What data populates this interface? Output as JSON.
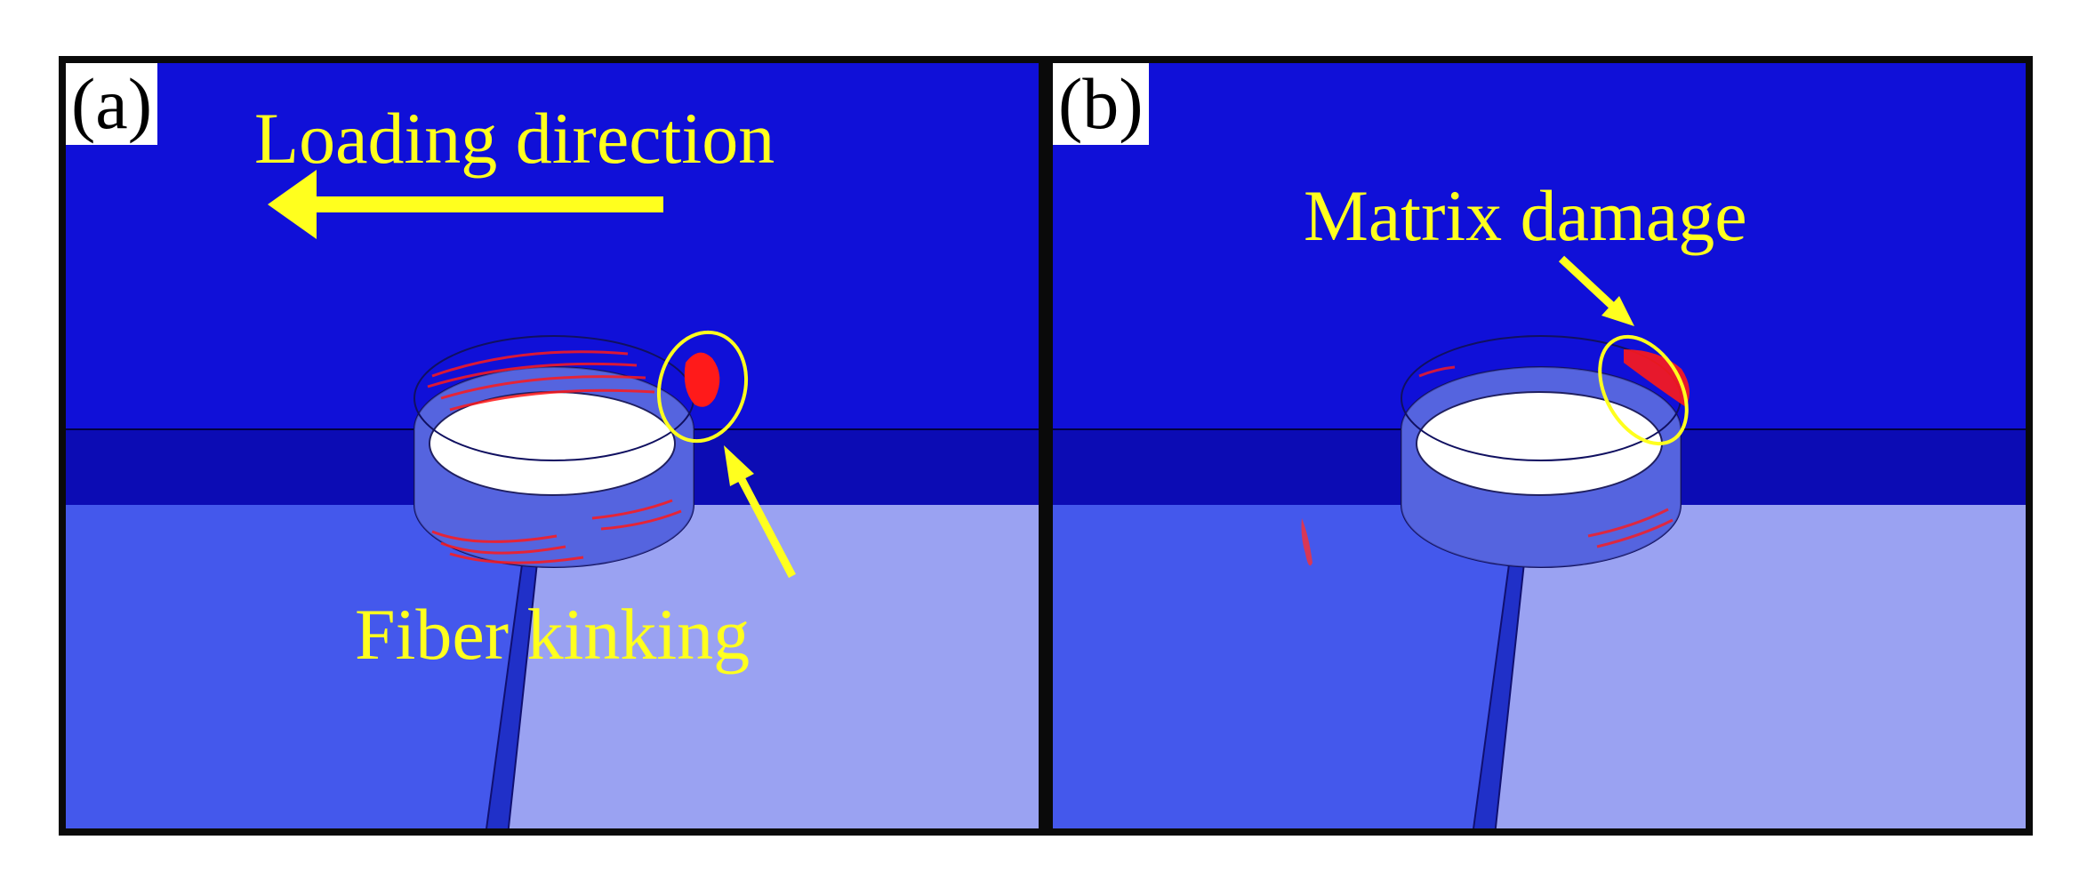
{
  "panels": [
    {
      "id": "a",
      "label": "(a)",
      "annotations": {
        "loading": "Loading direction",
        "kinking": "Fiber kinking"
      }
    },
    {
      "id": "b",
      "label": "(b)",
      "annotations": {
        "matrix": "Matrix damage"
      }
    }
  ],
  "colors": {
    "upper_ply": "#1010d8",
    "lower_ply": "#4458ec",
    "lower_ply_right": "#9aa2f2",
    "band": "#0c0cb4",
    "damage": "#ff1a1a",
    "annotation": "#ffff1e",
    "frame": "#0a0a0a"
  }
}
